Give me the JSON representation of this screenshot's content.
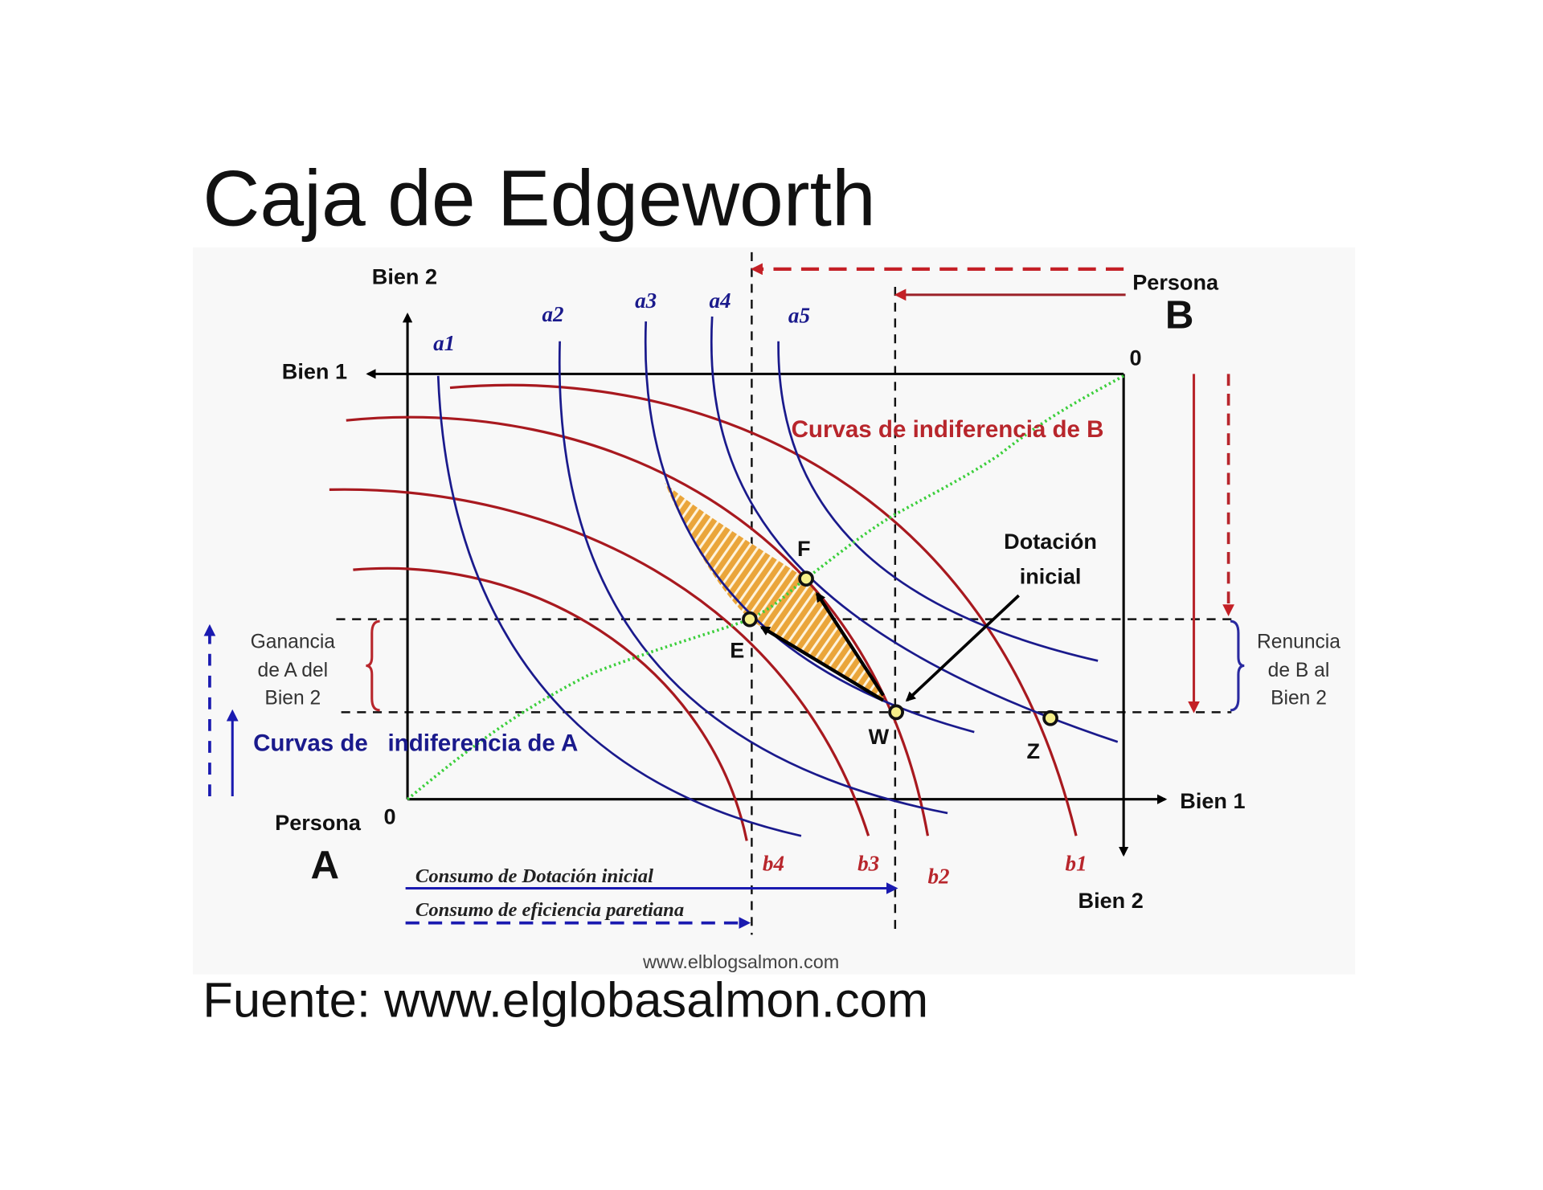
{
  "title": "Caja de Edgeworth",
  "source": "Fuente: www.elglobasalmon.com",
  "watermark": "www.elblogsalmon.com",
  "axes": {
    "a_vertical": "Bien 2",
    "a_horizontal": "Bien 1",
    "b_horizontal": "Bien 1",
    "b_vertical": "Bien 2",
    "origin_a": "0",
    "origin_b": "0"
  },
  "persons": {
    "a_label": "Persona",
    "a_letter": "A",
    "b_label": "Persona",
    "b_letter": "B"
  },
  "curves_a": [
    "a1",
    "a2",
    "a3",
    "a4",
    "a5"
  ],
  "curves_b": [
    "b1",
    "b2",
    "b3",
    "b4"
  ],
  "legend": {
    "curves_a": "Curvas de   indiferencia de A",
    "curves_b": "Curvas de indiferencia de B"
  },
  "points": {
    "e": "E",
    "f": "F",
    "w": "W",
    "z": "Z"
  },
  "endowment": {
    "line1": "Dotación",
    "line2": "inicial"
  },
  "gain_a": [
    "Ganancia",
    "de A del",
    "Bien 2"
  ],
  "loss_b": [
    "Renuncia",
    "de B al",
    "Bien 2"
  ],
  "consumption": {
    "endowment": "Consumo de Dotación inicial",
    "pareto": "Consumo de eficiencia paretiana"
  },
  "colors": {
    "blue": "#1a1a8c",
    "red": "#a8191f",
    "hatch": "#eaa53a",
    "contract": "#3ccf3c",
    "point": "#f6f08a"
  }
}
